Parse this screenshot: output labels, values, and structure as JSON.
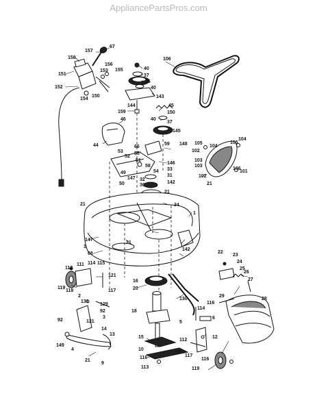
{
  "watermark": "AppliancePartsPros.com",
  "labels": [
    "158",
    "157",
    "67",
    "151",
    "156",
    "153",
    "155",
    "152",
    "150",
    "154",
    "40",
    "37",
    "36",
    "40",
    "144",
    "143",
    "159",
    "45",
    "150",
    "40",
    "37",
    "145",
    "46",
    "44",
    "148",
    "66",
    "55",
    "59",
    "146",
    "53",
    "52",
    "51",
    "54",
    "33",
    "58",
    "49",
    "32",
    "31",
    "142",
    "147",
    "50",
    "30",
    "21",
    "34",
    "21",
    "1",
    "147",
    "1",
    "21",
    "142",
    "68",
    "106",
    "105",
    "102",
    "104",
    "103",
    "103",
    "105",
    "104",
    "106",
    "101",
    "102",
    "21",
    "22",
    "23",
    "24",
    "25",
    "26",
    "27",
    "28",
    "29",
    "116",
    "113",
    "111",
    "114",
    "115",
    "121",
    "117",
    "119",
    "118",
    "2",
    "16",
    "20",
    "130",
    "131",
    "129",
    "92",
    "92",
    "3",
    "121",
    "6",
    "4",
    "14",
    "18",
    "114",
    "5",
    "149",
    "13",
    "15",
    "112",
    "12",
    "10",
    "116",
    "19",
    "21",
    "9",
    "113",
    "119",
    "117",
    "116"
  ]
}
